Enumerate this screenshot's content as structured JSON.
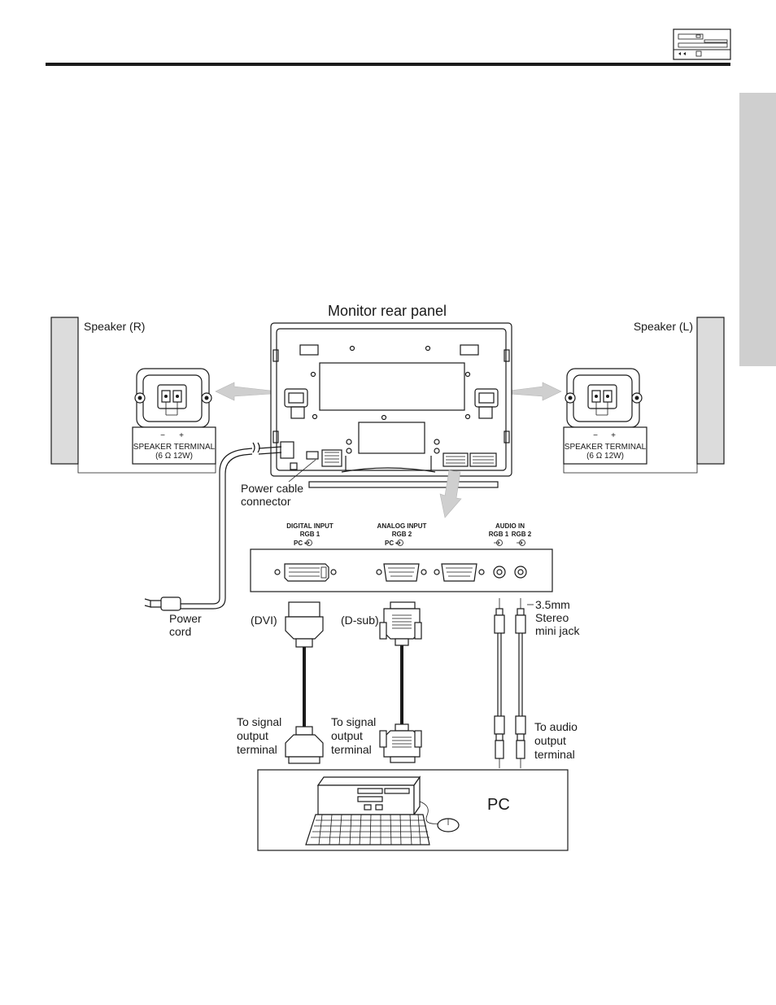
{
  "diagram": {
    "title": "Monitor rear panel",
    "speaker_right": "Speaker (R)",
    "speaker_left": "Speaker (L)",
    "speaker_terminal": "SPEAKER TERMINAL",
    "speaker_rating": "(6 Ω 12W)",
    "terminal_minus": "−",
    "terminal_plus": "+",
    "power_cable_connector_line1": "Power cable",
    "power_cable_connector_line2": "connector",
    "power_cord_line1": "Power",
    "power_cord_line2": "cord",
    "digital_input_line1": "DIGITAL INPUT",
    "digital_input_line2": "RGB 1",
    "digital_input_pc": "PC -",
    "analog_input_line1": "ANALOG INPUT",
    "analog_input_line2": "RGB 2",
    "analog_input_pc": "PC -",
    "audio_in_line1": "AUDIO IN",
    "audio_in_rgb1": "RGB 1",
    "audio_in_rgb2": "RGB 2",
    "dvi_label": "(DVI)",
    "dsub_label": "(D-sub)",
    "jack_line1": "3.5mm",
    "jack_line2": "Stereo",
    "jack_line3": "mini jack",
    "signal_out_1_line1": "To signal",
    "signal_out_1_line2": "output",
    "signal_out_1_line3": "terminal",
    "signal_out_2_line1": "To signal",
    "signal_out_2_line2": "output",
    "signal_out_2_line3": "terminal",
    "audio_out_line1": "To audio",
    "audio_out_line2": "output",
    "audio_out_line3": "terminal",
    "pc_label": "PC"
  },
  "colors": {
    "ink": "#1a1a1a",
    "side_tab": "#cfcfcf",
    "speaker_fill": "#dcdcdc",
    "arrow_fill": "#cfcfcf"
  }
}
